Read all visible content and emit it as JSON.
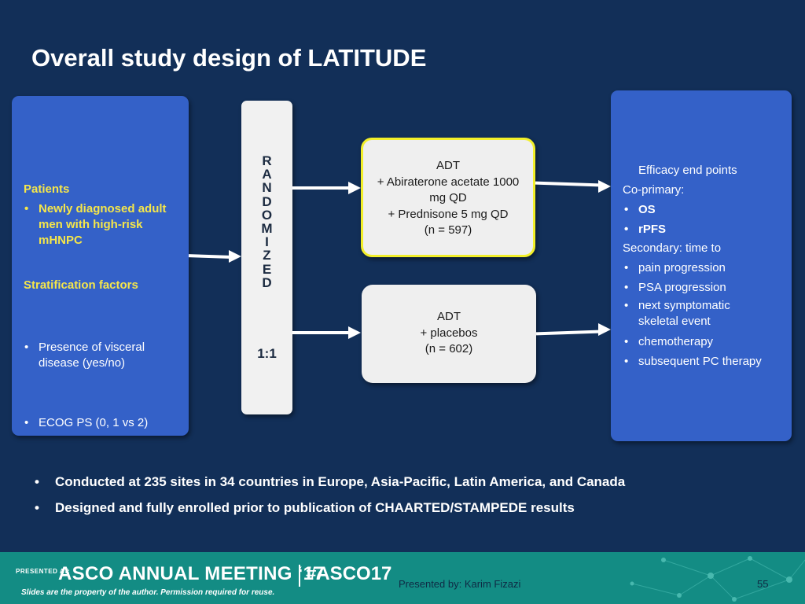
{
  "title": "Overall study design of LATITUDE",
  "patients": {
    "heading": "Patients",
    "items": [
      "Newly diagnosed adult men with high-risk mHNPC"
    ],
    "strat_heading": "Stratification factors",
    "strat_items": [
      "Presence of visceral disease (yes/no)",
      "ECOG PS (0, 1 vs 2)"
    ]
  },
  "randomize": {
    "letters": [
      "R",
      "A",
      "N",
      "D",
      "O",
      "M",
      "I",
      "Z",
      "E",
      "D"
    ],
    "ratio": "1:1"
  },
  "arms": [
    {
      "lines": [
        "ADT",
        "+ Abiraterone acetate 1000",
        "mg QD",
        "+ Prednisone 5 mg QD",
        "(n = 597)"
      ],
      "highlight_color": "#f2ef2a"
    },
    {
      "lines": [
        "ADT",
        "+ placebos",
        "(n = 602)"
      ]
    }
  ],
  "efficacy": {
    "heading": "Efficacy end points",
    "coprimary_label": "Co-primary:",
    "coprimary_items": [
      "OS",
      "rPFS"
    ],
    "secondary_label": "Secondary: time to",
    "secondary_items": [
      "pain progression",
      "PSA progression",
      "next symptomatic skeletal event",
      "chemotherapy",
      "subsequent PC therapy"
    ]
  },
  "bottom_bullets": [
    "Conducted at 235 sites in 34 countries in Europe, Asia-Pacific, Latin America, and Canada",
    "Designed and fully enrolled prior to publication of CHAARTED/STAMPEDE results"
  ],
  "footer": {
    "presented_at": "PRESENTED AT:",
    "meeting": "ASCO ANNUAL MEETING ‘17",
    "hashtag": "#ASCO17",
    "disclaimer": "Slides are the property of the author. Permission required for reuse.",
    "presenter": "Presented by: Karim Fizazi",
    "page": "55"
  },
  "colors": {
    "background": "#122f58",
    "box_blue": "#3461c8",
    "accent_yellow": "#f5e64a",
    "footer_teal": "#138c84"
  }
}
